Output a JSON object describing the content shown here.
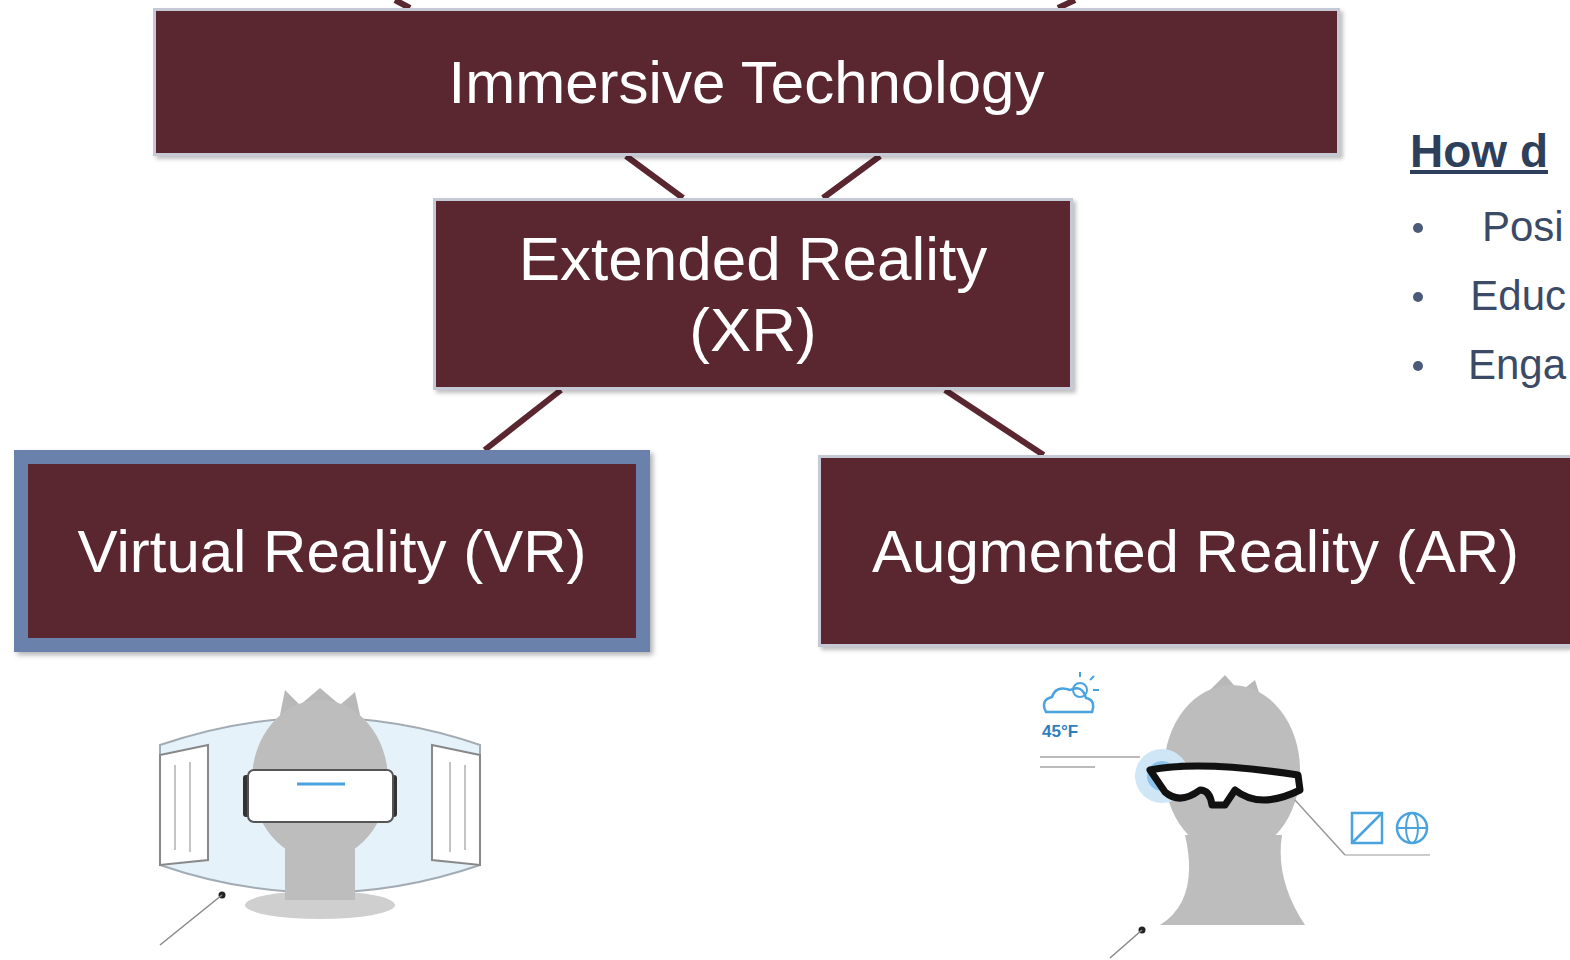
{
  "diagram": {
    "nodes": [
      {
        "text": [
          "Immersive Technology"
        ]
      },
      {
        "text": [
          "Extended Reality (XR)"
        ]
      },
      {
        "text": [
          "Virtual Reality (VR)"
        ]
      },
      {
        "text": [
          "Augmented Reality (AR)"
        ]
      }
    ],
    "edges": [
      {
        "from": 0,
        "to": 1,
        "arrow": "none"
      },
      {
        "from": 1,
        "to": 2,
        "arrow": "none"
      },
      {
        "from": 1,
        "to": 3,
        "arrow": "none"
      }
    ],
    "labels": [
      "How d",
      "Posi",
      "Educ",
      "Enga",
      "45°F"
    ]
  }
}
